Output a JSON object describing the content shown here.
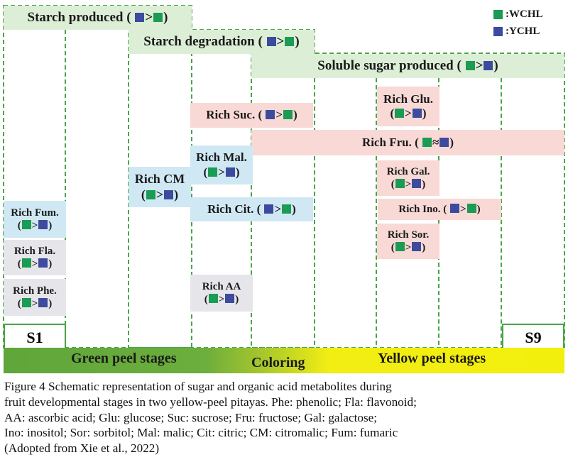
{
  "legend": {
    "wchl": {
      "label": ":WCHL",
      "color": "#1b9b54"
    },
    "ychl": {
      "label": ":YCHL",
      "color": "#3d4b9f"
    }
  },
  "stages": {
    "first": "S1",
    "last": "S9"
  },
  "bottom_bar": {
    "green_label": "Green peel stages",
    "coloring_label": "Coloring",
    "yellow_label": "Yellow peel stages"
  },
  "process_bars": {
    "starch_produced": {
      "text": "Starch produced (",
      "sym": ">",
      "left": "blue",
      "right": "green"
    },
    "starch_degradation": {
      "text": "Starch degradation (",
      "sym": ">",
      "left": "blue",
      "right": "green"
    },
    "soluble_sugar": {
      "text": "Soluble sugar produced (",
      "sym": ">",
      "left": "green",
      "right": "blue"
    }
  },
  "metabolites": {
    "rich_suc": {
      "text": "Rich Suc. (",
      "sym": ">",
      "left": "blue",
      "right": "green"
    },
    "rich_fru": {
      "text": "Rich Fru. (",
      "sym": "≈",
      "left": "green",
      "right": "blue"
    },
    "rich_glu": {
      "text": "Rich Glu.",
      "sym": ">",
      "left": "green",
      "right": "blue"
    },
    "rich_gal": {
      "text": "Rich Gal.",
      "sym": ">",
      "left": "green",
      "right": "blue"
    },
    "rich_ino": {
      "text": "Rich Ino. (",
      "sym": ">",
      "left": "blue",
      "right": "green"
    },
    "rich_sor": {
      "text": "Rich Sor.",
      "sym": ">",
      "left": "green",
      "right": "blue"
    },
    "rich_mal": {
      "text": "Rich Mal.",
      "sym": ">",
      "left": "green",
      "right": "blue"
    },
    "rich_cm": {
      "text": "Rich CM",
      "sym": ">",
      "left": "green",
      "right": "blue"
    },
    "rich_cit": {
      "text": "Rich Cit. (",
      "sym": ">",
      "left": "blue",
      "right": "green"
    },
    "rich_aa": {
      "text": "Rich AA",
      "sym": ">",
      "left": "green",
      "right": "blue"
    },
    "rich_fum": {
      "text": "Rich Fum.",
      "sym": ">",
      "left": "green",
      "right": "blue"
    },
    "rich_fla": {
      "text": "Rich Fla.",
      "sym": ">",
      "left": "green",
      "right": "blue"
    },
    "rich_phe": {
      "text": "Rich Phe.",
      "sym": ">",
      "left": "green",
      "right": "blue"
    }
  },
  "caption": {
    "line1": "Figure 4 Schematic representation of sugar and organic acid metabolites during",
    "line2": "fruit developmental stages in two yellow-peel pitayas. Phe: phenolic; Fla: flavonoid;",
    "line3": "AA: ascorbic acid; Glu: glucose; Suc: sucrose; Fru: fructose; Gal: galactose;",
    "line4": "Ino: inositol; Sor: sorbitol; Mal: malic; Cit: citric; CM: citromalic; Fum: fumaric",
    "line5": "(Adopted from Xie et al., 2022)"
  }
}
